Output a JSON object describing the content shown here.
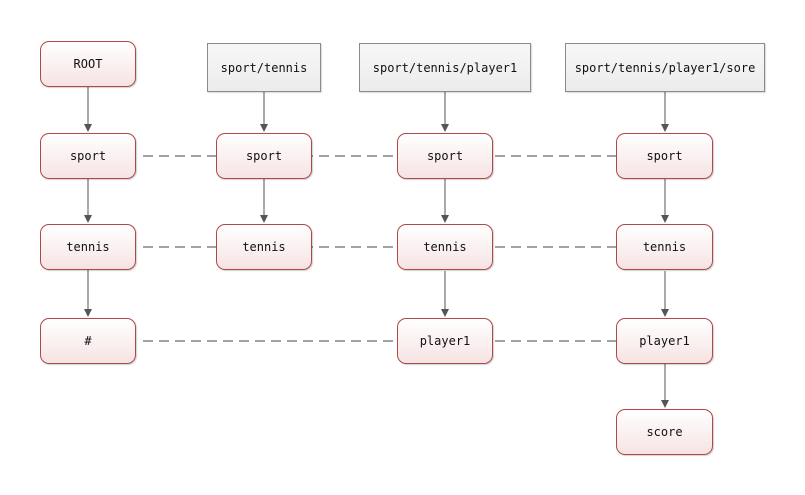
{
  "colors": {
    "node_border": "#b04848",
    "node_fill_top": "#ffffff",
    "node_fill_bottom": "#f6e3e3",
    "topic_border": "#8a8a8a",
    "topic_fill": "#efefef",
    "arrow": "#555555",
    "dashed_link": "#444444"
  },
  "topics": {
    "t1": "sport/tennis",
    "t2": "sport/tennis/player1",
    "t3": "sport/tennis/player1/sore"
  },
  "columns": {
    "root": {
      "root": "ROOT",
      "sport": "sport",
      "tennis": "tennis",
      "wildcard": "#"
    },
    "c1": {
      "sport": "sport",
      "tennis": "tennis"
    },
    "c2": {
      "sport": "sport",
      "tennis": "tennis",
      "player1": "player1"
    },
    "c3": {
      "sport": "sport",
      "tennis": "tennis",
      "player1": "player1",
      "score": "score"
    }
  }
}
